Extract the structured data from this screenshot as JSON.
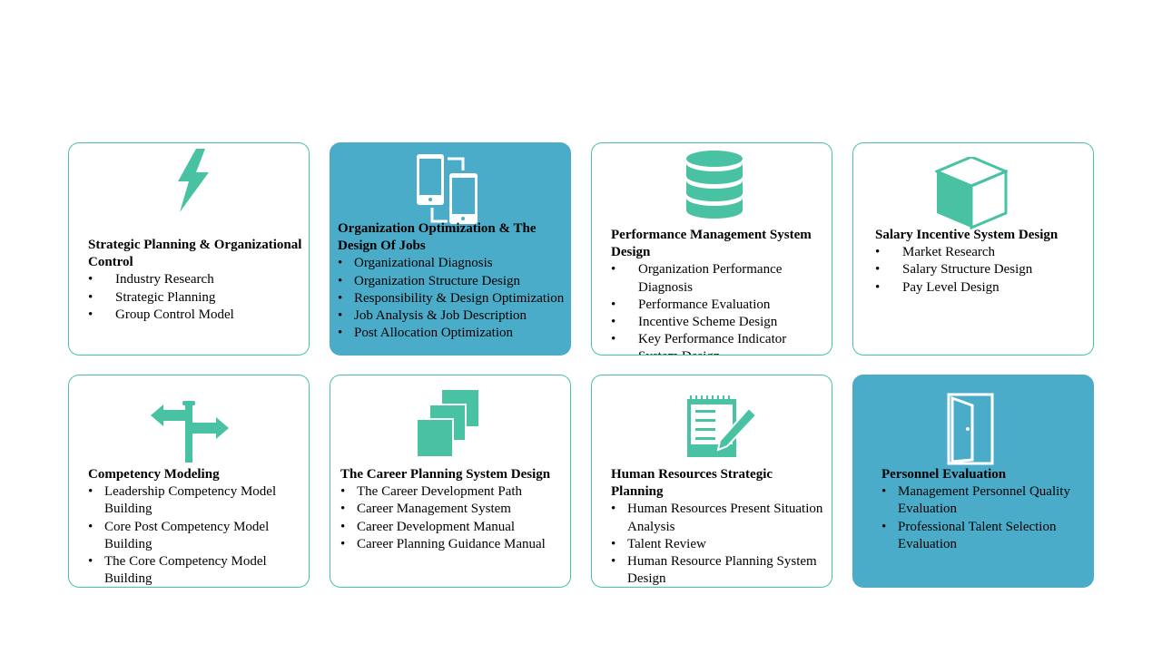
{
  "colors": {
    "accent": "#48c2a3",
    "filled": "#4aacc8"
  },
  "cards": [
    {
      "title": "Strategic Planning & Organizational Control",
      "icon": "lightning-icon",
      "items": [
        "Industry Research",
        "Strategic Planning",
        "Group Control Model"
      ]
    },
    {
      "title": "Organization Optimization & The Design Of Jobs",
      "icon": "mobile-devices-icon",
      "items": [
        "Organizational Diagnosis",
        "Organization Structure Design",
        "Responsibility & Design Optimization",
        "Job Analysis & Job Description",
        "Post Allocation Optimization"
      ]
    },
    {
      "title": "Performance Management System Design",
      "icon": "database-icon",
      "items": [
        "Organization Performance Diagnosis",
        "Performance Evaluation",
        "Incentive Scheme Design",
        "Key Performance Indicator System Design"
      ]
    },
    {
      "title": "Salary Incentive System Design",
      "icon": "box-icon",
      "items": [
        "Market Research",
        "Salary Structure Design",
        "Pay Level Design"
      ]
    },
    {
      "title": "Competency Modeling",
      "icon": "signpost-icon",
      "items": [
        "Leadership Competency Model Building",
        "Core Post Competency Model Building",
        "The Core Competency Model Building"
      ]
    },
    {
      "title": "The Career Planning System Design",
      "icon": "stacked-pages-icon",
      "items": [
        "The Career Development Path",
        "Career Management System",
        "Career Development Manual",
        "Career Planning Guidance Manual"
      ]
    },
    {
      "title": "Human Resources Strategic Planning",
      "icon": "notepad-pencil-icon",
      "items": [
        "Human Resources Present Situation Analysis",
        "Talent Review",
        "Human Resource Planning System Design"
      ]
    },
    {
      "title": "Personnel Evaluation",
      "icon": "door-icon",
      "items": [
        "Management Personnel Quality Evaluation",
        "Professional Talent Selection Evaluation"
      ]
    }
  ]
}
